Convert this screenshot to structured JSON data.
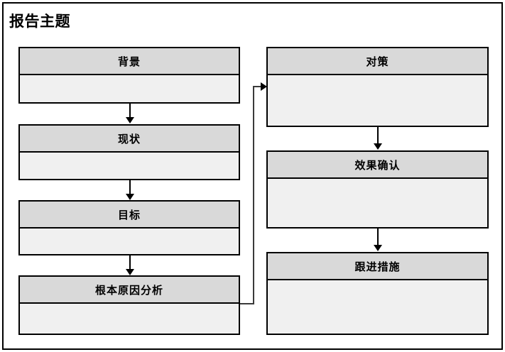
{
  "document": {
    "title": "报告主题",
    "type": "flowchart-template",
    "background_color": "#ffffff",
    "border_color": "#000000",
    "header_fill": "#d9d9d9",
    "body_fill": "#f0f0f0"
  },
  "left_column": {
    "steps": [
      {
        "label": "背景",
        "note": ""
      },
      {
        "label": "现状",
        "note": ""
      },
      {
        "label": "目标",
        "note": ""
      },
      {
        "label": "根本原因分析",
        "note": ""
      }
    ]
  },
  "right_column": {
    "steps": [
      {
        "label": "对策",
        "note": ""
      },
      {
        "label": "效果确认",
        "note": ""
      },
      {
        "label": "跟进措施",
        "note": ""
      }
    ]
  },
  "connectors": {
    "left_chain": [
      "背景→现状",
      "现状→目标",
      "目标→根本原因分析"
    ],
    "cross": "根本原因分析→对策",
    "right_chain": [
      "对策→效果确认",
      "效果确认→跟进措施"
    ]
  }
}
